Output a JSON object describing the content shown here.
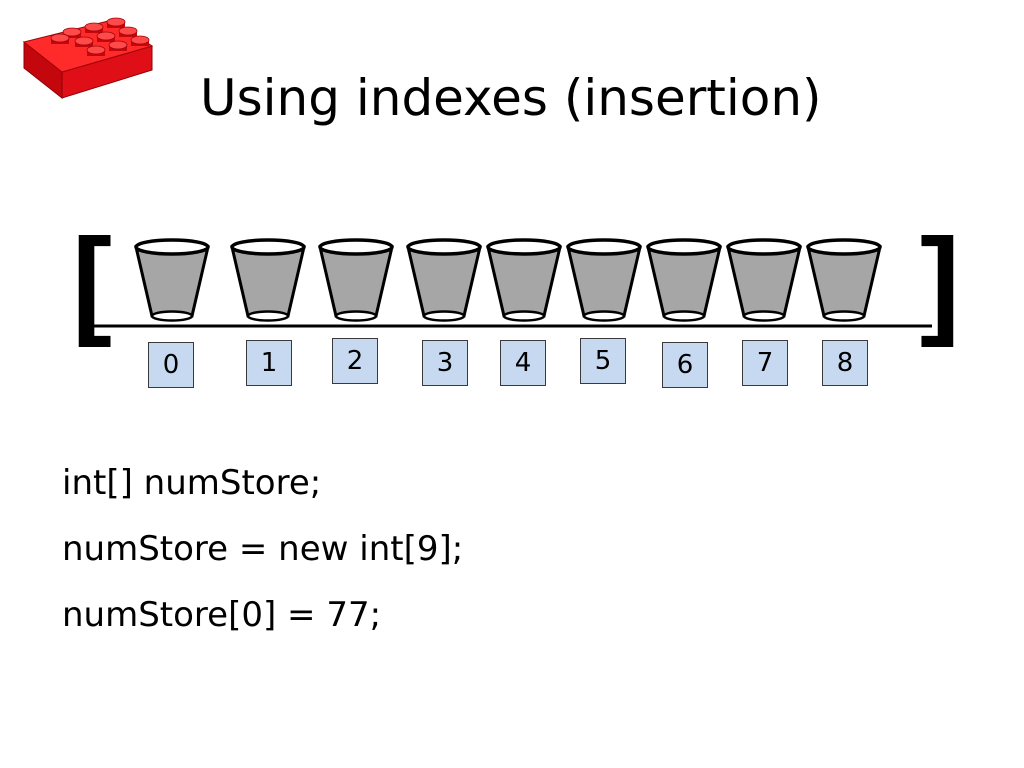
{
  "slide": {
    "title": "Using indexes (insertion)",
    "logo": {
      "icon": "lego-brick-icon",
      "color": "#e8141b"
    },
    "array_diagram": {
      "open_bracket": "[",
      "close_bracket": "]",
      "bucket_icon": "bucket-icon",
      "bucket_color": "#a6a6a6",
      "index_box_color": "#c6d9f1",
      "indexes": [
        "0",
        "1",
        "2",
        "3",
        "4",
        "5",
        "6",
        "7",
        "8"
      ]
    },
    "code_lines": [
      "int[] numStore;",
      "numStore = new int[9];",
      "numStore[0] = 77;"
    ]
  }
}
